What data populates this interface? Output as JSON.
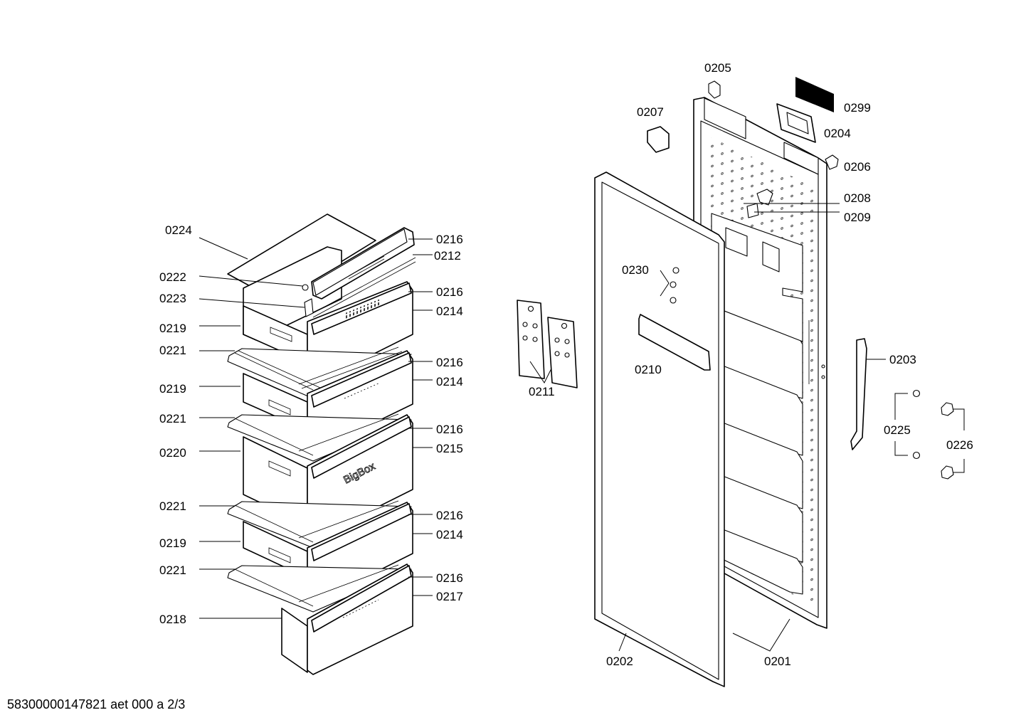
{
  "labels": {
    "l0224": "0224",
    "l0222": "0222",
    "l0223": "0223",
    "l0219a": "0219",
    "l0221a": "0221",
    "l0219b": "0219",
    "l0221b": "0221",
    "l0220": "0220",
    "l0221c": "0221",
    "l0219c": "0219",
    "l0221d": "0221",
    "l0218": "0218",
    "l0216a": "0216",
    "l0212": "0212",
    "l0216b": "0216",
    "l0214a": "0214",
    "l0216c": "0216",
    "l0214b": "0214",
    "l0216d": "0216",
    "l0215": "0215",
    "l0216e": "0216",
    "l0214c": "0214",
    "l0216f": "0216",
    "l0217": "0217",
    "l0211": "0211",
    "l0205": "0205",
    "l0207": "0207",
    "l0299": "0299",
    "l0204": "0204",
    "l0206": "0206",
    "l0208": "0208",
    "l0209": "0209",
    "l0230": "0230",
    "l0210": "0210",
    "l0203": "0203",
    "l0225": "0225",
    "l0226": "0226",
    "l0202": "0202",
    "l0201": "0201"
  },
  "drawer_text": "BigBox",
  "footer": "58300000147821 aet 000 a 2/3"
}
